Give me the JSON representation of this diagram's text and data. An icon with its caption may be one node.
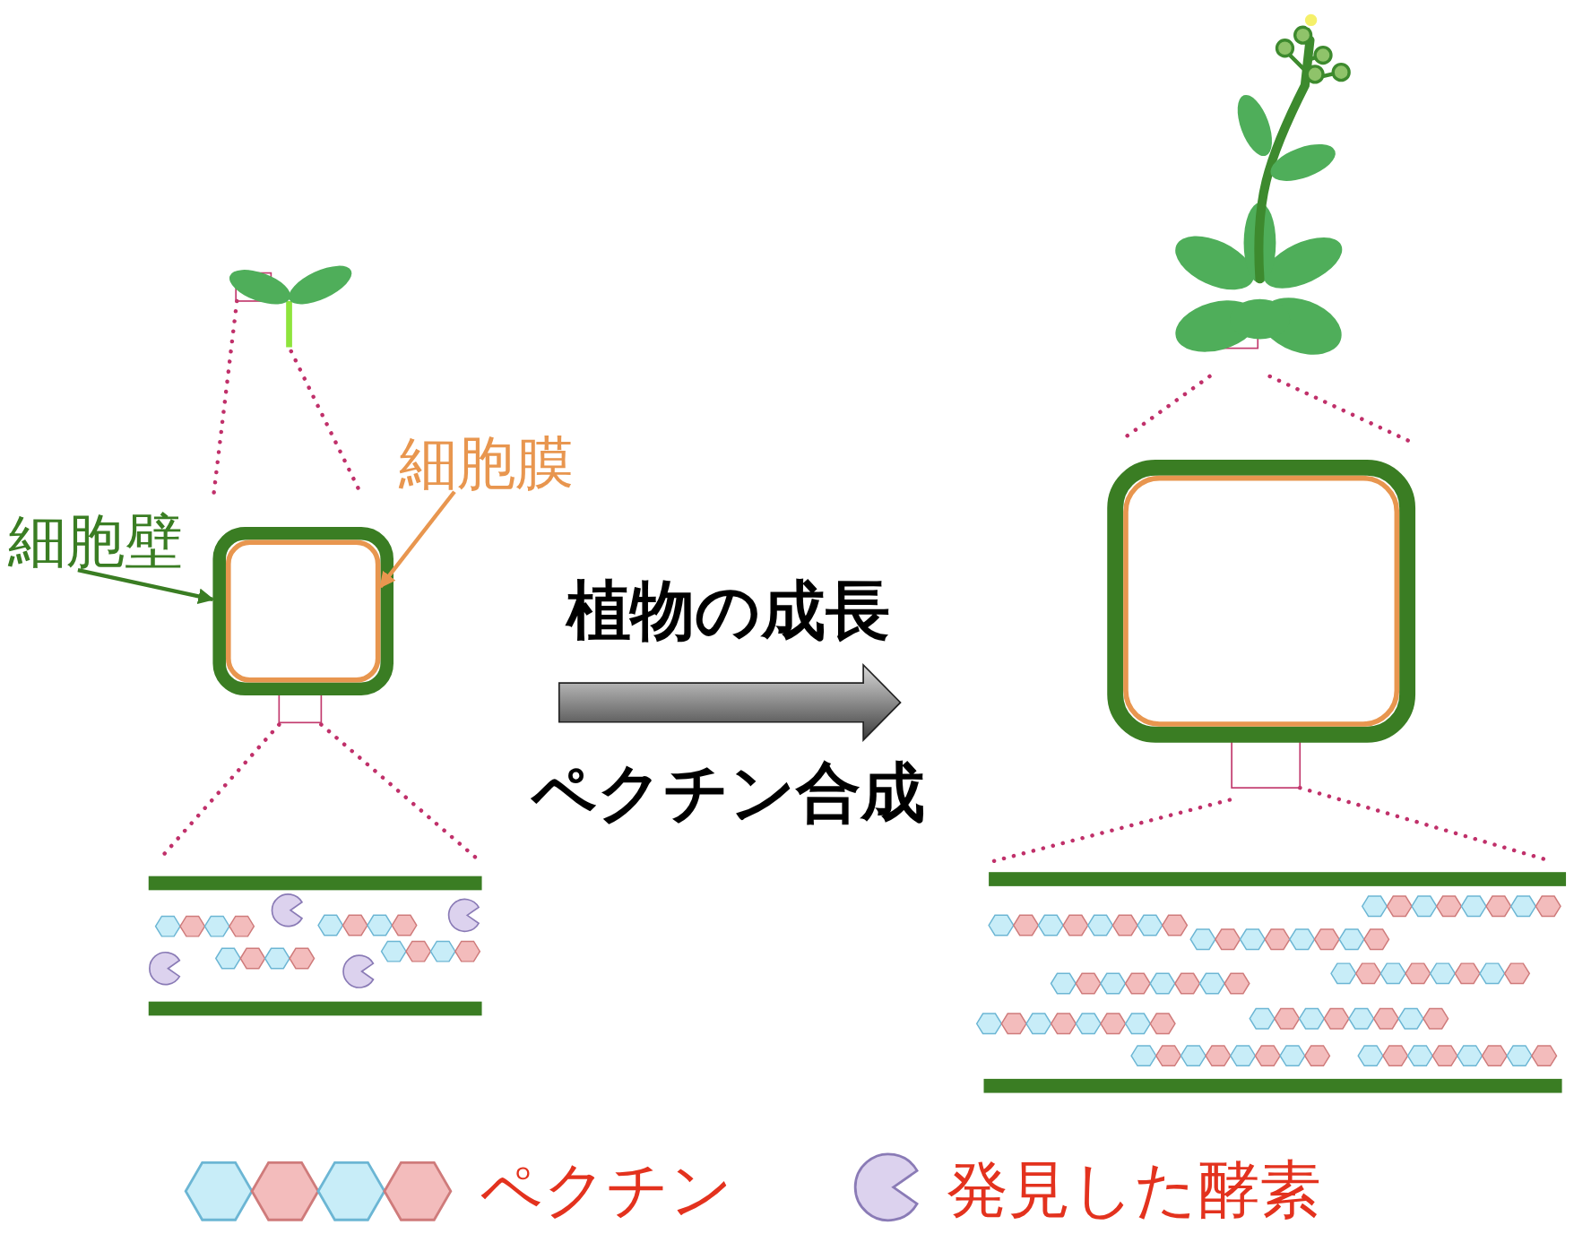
{
  "diagram": {
    "nodes": [
      {
        "text": [
          "細胞壁"
        ]
      },
      {
        "text": [],
        "shape": "box"
      },
      {
        "text": [],
        "shape": "box",
        "in": 1
      },
      {
        "text": [
          "細胞膜"
        ]
      },
      {
        "text": [],
        "shape": "box"
      },
      {
        "text": [],
        "shape": "box",
        "in": 4
      }
    ],
    "edges": [
      {
        "from": 0,
        "to": 1,
        "arrow": "to",
        "color": "#3a7d23"
      },
      {
        "from": 3,
        "to": 2,
        "arrow": "to",
        "color": "#e8964f"
      },
      {
        "from": 1,
        "to": 4,
        "arrow": "to",
        "label": "植物の成長",
        "style": "thick",
        "color": "#777777"
      }
    ],
    "labels": [
      "ペクチン合成"
    ],
    "legend": [
      {
        "text": "ペクチン"
      },
      {
        "text": "発見した酵素"
      }
    ]
  }
}
